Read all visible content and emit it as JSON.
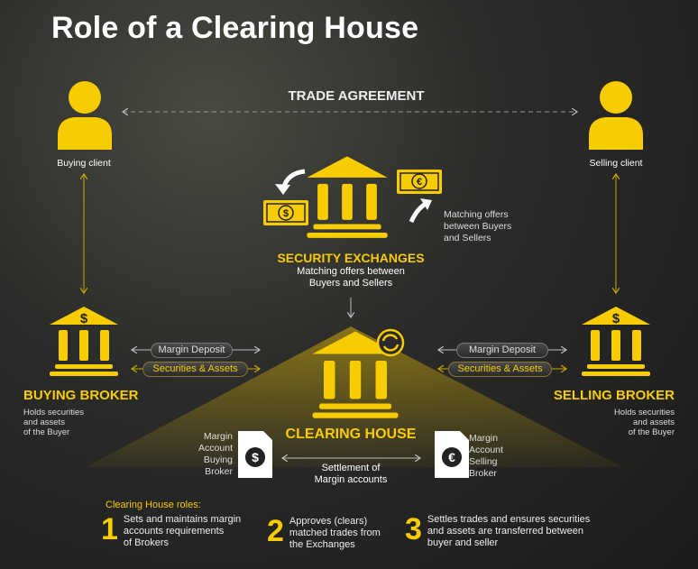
{
  "title": "Role of a Clearing House",
  "trade_agreement": "TRADE AGREEMENT",
  "buying_client": "Buying client",
  "selling_client": "Selling client",
  "security_exchanges": {
    "title": "SECURITY EXCHANGES",
    "subtitle_1": "Matching offers between",
    "subtitle_2": "Buyers and Sellers",
    "side_1": "Matching offers",
    "side_2": "between Buyers",
    "side_3": "and Sellers"
  },
  "buying_broker": {
    "title": "BUYING BROKER",
    "desc_1": "Holds securities",
    "desc_2": "and assets",
    "desc_3": "of the Buyer"
  },
  "selling_broker": {
    "title": "SELLING BROKER",
    "desc_1": "Holds securities",
    "desc_2": "and assets",
    "desc_3": "of the Buyer"
  },
  "flows": {
    "margin_deposit": "Margin Deposit",
    "securities_assets": "Securities & Assets"
  },
  "clearing_house": "CLEARING HOUSE",
  "margin_buying": [
    "Margin",
    "Account",
    "Buying",
    "Broker"
  ],
  "margin_selling": [
    "Margin",
    "Account",
    "Selling",
    "Broker"
  ],
  "settlement": {
    "line_1": "Settlement of",
    "line_2": "Margin accounts"
  },
  "roles": {
    "heading": "Clearing House roles:",
    "items": [
      {
        "num": "1",
        "l1": "Sets and maintains margin",
        "l2": "accounts requirements",
        "l3": "of Brokers"
      },
      {
        "num": "2",
        "l1": "Approves (clears)",
        "l2": "matched trades from",
        "l3": "the Exchanges"
      },
      {
        "num": "3",
        "l1": "Settles trades and ensures securities",
        "l2": "and assets are transferred between",
        "l3": "buyer and seller"
      }
    ]
  },
  "colors": {
    "accent": "#f7cc00",
    "background": "#222222"
  }
}
